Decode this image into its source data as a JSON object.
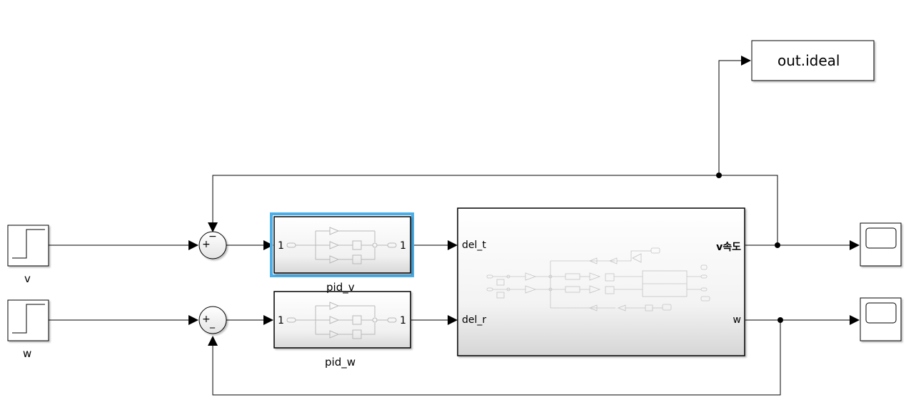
{
  "blocks": {
    "step_v": {
      "label": "v"
    },
    "step_w": {
      "label": "w"
    },
    "pid_v": {
      "label": "pid_v",
      "in_port": "1",
      "out_port": "1",
      "selected": true
    },
    "pid_w": {
      "label": "pid_w",
      "in_port": "1",
      "out_port": "1"
    },
    "sum_v": {
      "signs": [
        "+",
        "−"
      ]
    },
    "sum_w": {
      "signs": [
        "+",
        "_"
      ]
    },
    "plant": {
      "inputs": [
        "del_t",
        "del_r"
      ],
      "outputs": [
        "v속도",
        "w"
      ]
    },
    "out_ideal": {
      "label": "out.ideal"
    }
  },
  "colors": {
    "line": "#000000",
    "selection": "#4aaee8",
    "block_border": "#000000",
    "block_fill_top": "#ffffff",
    "block_fill_bottom": "#d9d9d9",
    "faint": "#b9b9b9"
  }
}
